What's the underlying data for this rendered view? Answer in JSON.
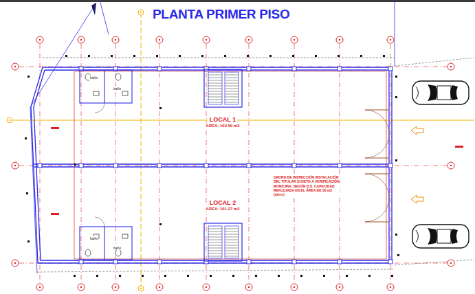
{
  "diagram": {
    "title": "PLANTA PRIMER PISO",
    "nodes": [
      {
        "text": [
          "LOCAL 1",
          "AREA: 102.50 m2"
        ]
      },
      {
        "text": [
          "LOCAL 2",
          "AREA: 101.27 m2"
        ]
      }
    ],
    "labels": [
      "baño",
      "baño",
      "baño",
      "baño",
      "GRUPO DE INSPECCIÓN INSTALACIÓN DEL TITULAR SUJETO A VERIFICACIÓN MUNICIPAL SEGÚN D.S. CAPACIDAD REFLEJADA EN EL ÁREA DE 50 m2 (aforo)"
    ]
  }
}
